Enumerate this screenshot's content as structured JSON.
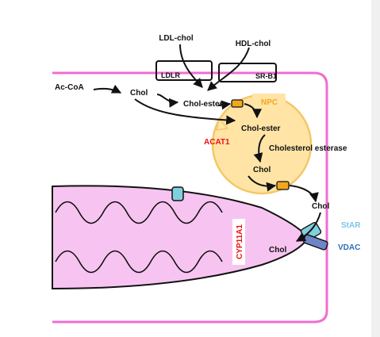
{
  "diagram": {
    "receptors": {
      "ldlr": "LDLR",
      "srb1": "SR-B1"
    },
    "sources": {
      "ldl": "LDL-chol",
      "hdl": "HDL-chol",
      "acetyl_coa": "Ac-CoA"
    },
    "molecules": {
      "chol_cytosol": "Chol",
      "chol_ester_cytosol": "Chol-ester",
      "chol_ester_lysosome": "Chol-ester",
      "chol_lysosome": "Chol",
      "chol_outer": "Chol",
      "chol_mito": "Chol"
    },
    "enzymes": {
      "npc": "NPC",
      "acat1": "ACAT1",
      "cholesterol_esterase": "Cholesterol esterase",
      "cyp11a1": "CYP11A1",
      "star": "StAR",
      "vdac": "VDAC"
    },
    "colors": {
      "cell_membrane": "#f06dd0",
      "lysosome_fill": "#ffe4a6",
      "lysosome_stroke": "#f4c766",
      "mitochondrion_fill": "#f7c4f1",
      "transporter": "#f2a81d",
      "channel_teal": "#7fd0dc",
      "vdac_blue": "#6e86c7",
      "red_label": "#ee1111",
      "star_label": "#7bc4e8",
      "vdac_label": "#2e6fb8"
    }
  }
}
